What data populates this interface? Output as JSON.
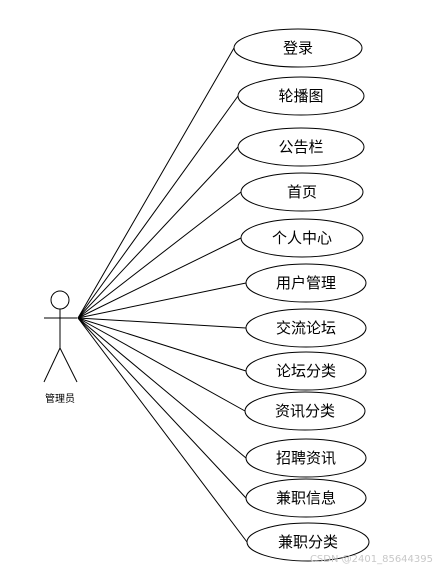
{
  "actor": {
    "label": "管理员"
  },
  "use_cases": [
    {
      "label": "登录"
    },
    {
      "label": "轮播图"
    },
    {
      "label": "公告栏"
    },
    {
      "label": "首页"
    },
    {
      "label": "个人中心"
    },
    {
      "label": "用户管理"
    },
    {
      "label": "交流论坛"
    },
    {
      "label": "论坛分类"
    },
    {
      "label": "资讯分类"
    },
    {
      "label": "招聘资讯"
    },
    {
      "label": "兼职信息"
    },
    {
      "label": "兼职分类"
    }
  ],
  "watermark": "CSDN @2401_85644395"
}
